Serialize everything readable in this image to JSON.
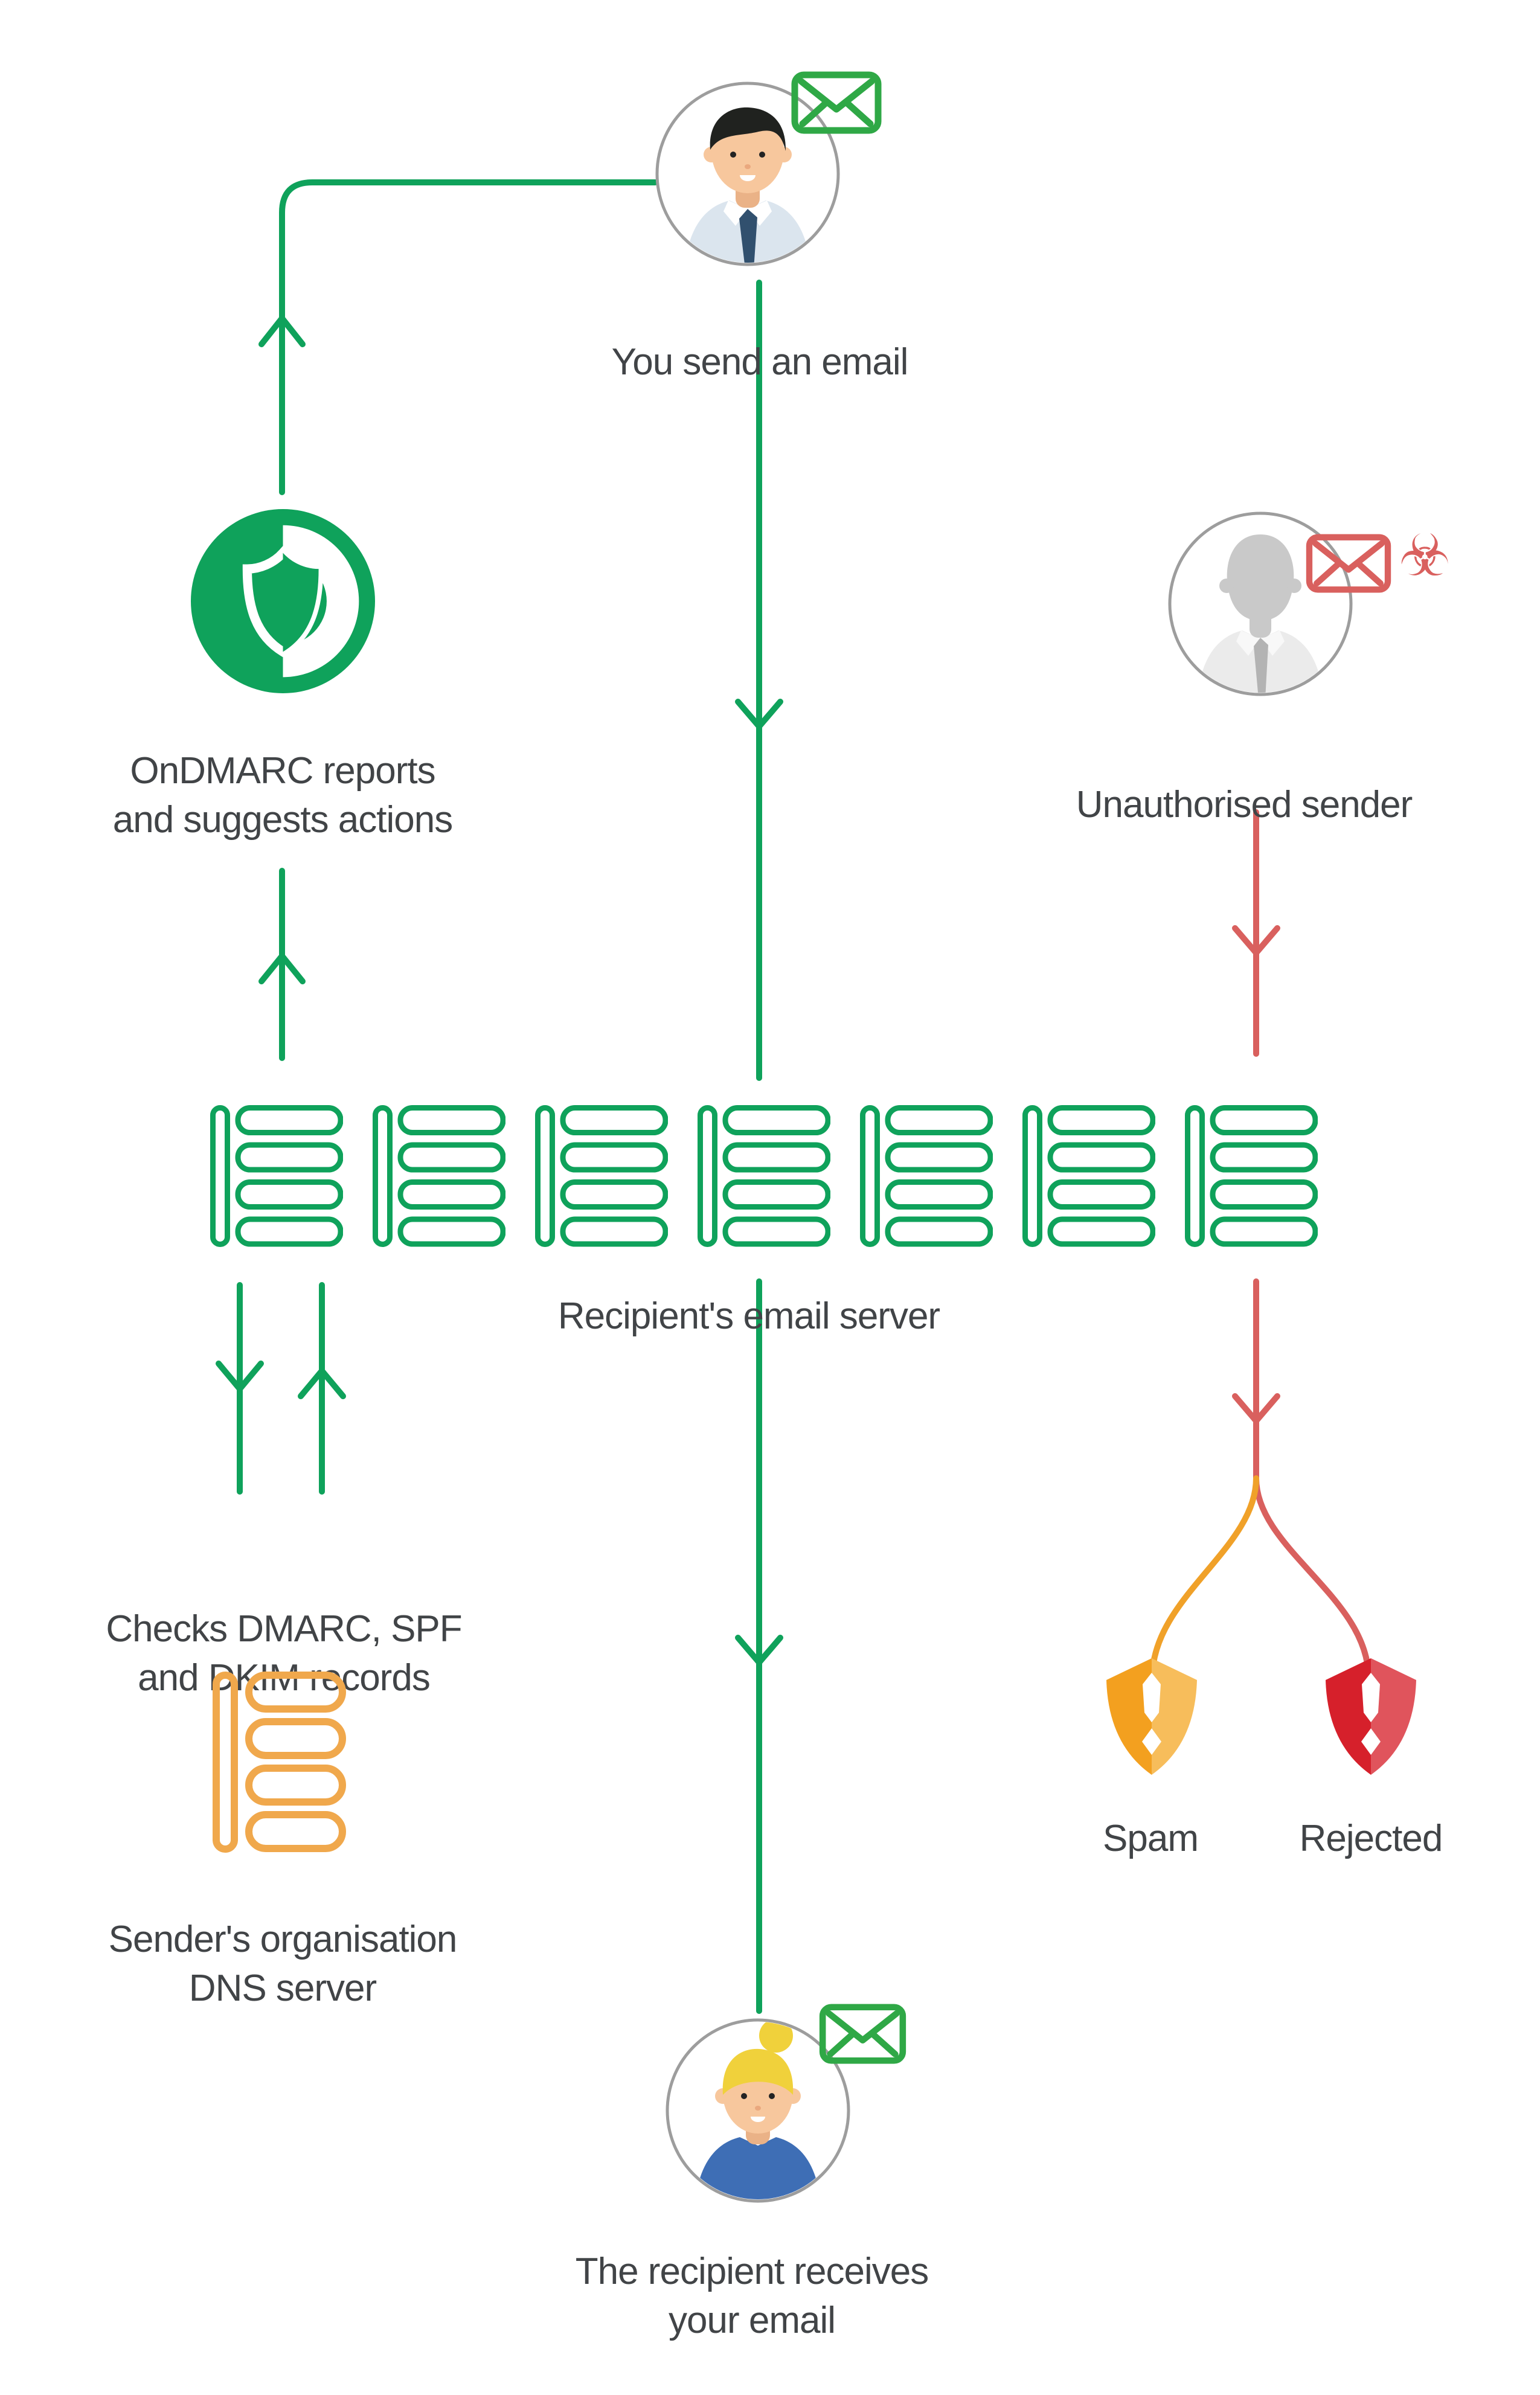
{
  "diagram": {
    "sender": {
      "label": "You send an email"
    },
    "ondmarc": {
      "line1": "OnDMARC reports",
      "line2": "and suggests actions"
    },
    "unauthorised": {
      "label": "Unauthorised sender"
    },
    "server_row": {
      "label": "Recipient's email server",
      "unit_count": 7
    },
    "checks": {
      "line1": "Checks DMARC, SPF",
      "line2": "and DKIM records"
    },
    "dns": {
      "line1": "Sender's organisation",
      "line2": "DNS server"
    },
    "outcomes": {
      "spam_label": "Spam",
      "rejected_label": "Rejected"
    },
    "recipient": {
      "line1": "The recipient receives",
      "line2": "your email"
    }
  },
  "icons": [
    "sender-avatar",
    "email-envelope-icon",
    "ondmarc-shield-logo",
    "unauthorised-avatar",
    "malicious-email-envelope-icon",
    "biohazard-icon",
    "email-server-icon",
    "dns-server-icon",
    "spam-shield-icon",
    "rejected-shield-icon",
    "recipient-avatar"
  ],
  "colors": {
    "flow_green": "#0fa25b",
    "envelope_green": "#2fa846",
    "flow_red": "#d9605e",
    "flow_orange": "#f0a129",
    "dns_orange": "#f0a84c",
    "spam_shield_dark": "#f3a01f",
    "spam_shield_light": "#f7bd5b",
    "rejected_shield_dark": "#d6202b",
    "rejected_shield_light": "#e0545c",
    "text": "#414447",
    "avatar_ring": "#9d9d9d"
  },
  "biohazard_glyph": "☣"
}
